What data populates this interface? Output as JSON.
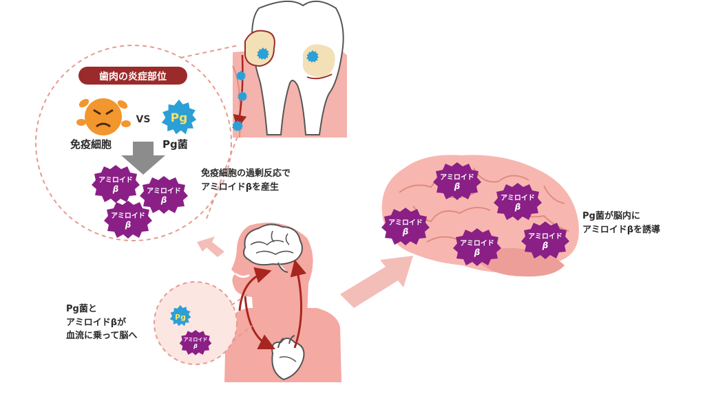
{
  "inflammation_title": "歯肉の炎症部位",
  "versus": "VS",
  "immune_cell_label": "免疫細胞",
  "pg_badge": "Pg",
  "pg_bacteria_label": "Pg菌",
  "amyloid_line1": "アミロイド",
  "amyloid_line2": "β",
  "overreaction_caption": {
    "line1": "免疫細胞の過剰反応で",
    "line2": "アミロイドβを産生"
  },
  "bloodstream_caption": {
    "line1": "Pg菌と",
    "line2": "アミロイドβが",
    "line3": "血流に乗って脳へ"
  },
  "brain_caption": {
    "line1": "Pg菌が脳内に",
    "line2": "アミロイドβを誘導"
  },
  "colors": {
    "dashed": "#e59a8f",
    "pill": "#9b2b2b",
    "immune": "#f2962e",
    "pg": "#2b9fd6",
    "pg_text": "#f5e36a",
    "amyloid": "#8a1f86",
    "gray_arrow": "#8c8c8c",
    "pink_arrow": "#f3bdb8",
    "skin": "#f4a9a2",
    "brain": "#f7b7b0",
    "red_arrow": "#a7261f"
  }
}
